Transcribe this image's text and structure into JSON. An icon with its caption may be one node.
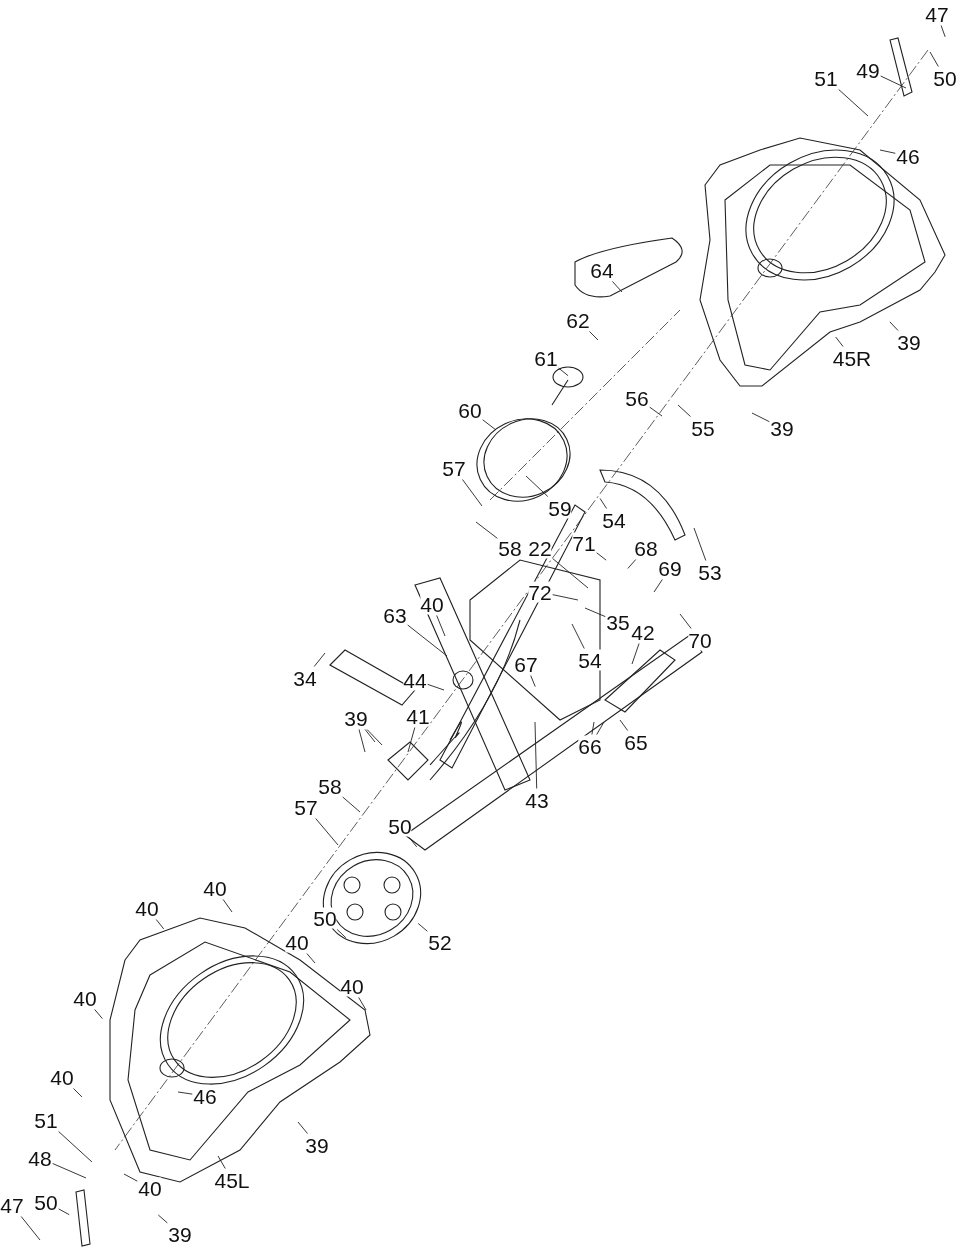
{
  "diagram": {
    "nodes": [
      {
        "text": [
          "47"
        ]
      },
      {
        "text": [
          "49"
        ]
      },
      {
        "text": [
          "51"
        ]
      },
      {
        "text": [
          "50"
        ]
      },
      {
        "text": [
          "46"
        ]
      },
      {
        "text": [
          "64"
        ]
      },
      {
        "text": [
          "62"
        ]
      },
      {
        "text": [
          "61"
        ]
      },
      {
        "text": [
          "39"
        ]
      },
      {
        "text": [
          "45R"
        ]
      },
      {
        "text": [
          "56"
        ]
      },
      {
        "text": [
          "60"
        ]
      },
      {
        "text": [
          "55"
        ]
      },
      {
        "text": [
          "39"
        ]
      },
      {
        "text": [
          "57"
        ]
      },
      {
        "text": [
          "59"
        ]
      },
      {
        "text": [
          "54"
        ]
      },
      {
        "text": [
          "58"
        ]
      },
      {
        "text": [
          "22"
        ]
      },
      {
        "text": [
          "71"
        ]
      },
      {
        "text": [
          "68"
        ]
      },
      {
        "text": [
          "72"
        ]
      },
      {
        "text": [
          "69"
        ]
      },
      {
        "text": [
          "53"
        ]
      },
      {
        "text": [
          "35"
        ]
      },
      {
        "text": [
          "63"
        ]
      },
      {
        "text": [
          "40"
        ]
      },
      {
        "text": [
          "42"
        ]
      },
      {
        "text": [
          "70"
        ]
      },
      {
        "text": [
          "54"
        ]
      },
      {
        "text": [
          "34"
        ]
      },
      {
        "text": [
          "44"
        ]
      },
      {
        "text": [
          "67"
        ]
      },
      {
        "text": [
          "39"
        ]
      },
      {
        "text": [
          "41"
        ]
      },
      {
        "text": [
          "66"
        ]
      },
      {
        "text": [
          "65"
        ]
      },
      {
        "text": [
          "58"
        ]
      },
      {
        "text": [
          "57"
        ]
      },
      {
        "text": [
          "50"
        ]
      },
      {
        "text": [
          "43"
        ]
      },
      {
        "text": [
          "40"
        ]
      },
      {
        "text": [
          "40"
        ]
      },
      {
        "text": [
          "50"
        ]
      },
      {
        "text": [
          "52"
        ]
      },
      {
        "text": [
          "40"
        ]
      },
      {
        "text": [
          "40"
        ]
      },
      {
        "text": [
          "40"
        ]
      },
      {
        "text": [
          "40"
        ]
      },
      {
        "text": [
          "46"
        ]
      },
      {
        "text": [
          "51"
        ]
      },
      {
        "text": [
          "39"
        ]
      },
      {
        "text": [
          "48"
        ]
      },
      {
        "text": [
          "45L"
        ]
      },
      {
        "text": [
          "40"
        ]
      },
      {
        "text": [
          "47"
        ]
      },
      {
        "text": [
          "50"
        ]
      },
      {
        "text": [
          "39"
        ]
      }
    ],
    "edges": [
      {
        "from": 0,
        "to": null,
        "arrow": "none"
      },
      {
        "from": 1,
        "to": null,
        "arrow": "none"
      },
      {
        "from": 2,
        "to": null,
        "arrow": "none"
      },
      {
        "from": 3,
        "to": null,
        "arrow": "none"
      },
      {
        "from": 4,
        "to": null,
        "arrow": "none"
      },
      {
        "from": 5,
        "to": null,
        "arrow": "none"
      },
      {
        "from": 6,
        "to": null,
        "arrow": "none"
      },
      {
        "from": 7,
        "to": null,
        "arrow": "none"
      },
      {
        "from": 8,
        "to": null,
        "arrow": "none"
      },
      {
        "from": 9,
        "to": null,
        "arrow": "none"
      },
      {
        "from": 10,
        "to": null,
        "arrow": "none"
      },
      {
        "from": 11,
        "to": null,
        "arrow": "none"
      },
      {
        "from": 12,
        "to": null,
        "arrow": "none"
      },
      {
        "from": 13,
        "to": null,
        "arrow": "none"
      },
      {
        "from": 14,
        "to": null,
        "arrow": "none"
      },
      {
        "from": 15,
        "to": null,
        "arrow": "none"
      },
      {
        "from": 16,
        "to": null,
        "arrow": "none"
      },
      {
        "from": 17,
        "to": null,
        "arrow": "none"
      },
      {
        "from": 18,
        "to": null,
        "arrow": "none"
      },
      {
        "from": 19,
        "to": null,
        "arrow": "none"
      },
      {
        "from": 20,
        "to": null,
        "arrow": "none"
      },
      {
        "from": 21,
        "to": null,
        "arrow": "none"
      },
      {
        "from": 22,
        "to": null,
        "arrow": "none"
      },
      {
        "from": 23,
        "to": null,
        "arrow": "none"
      },
      {
        "from": 24,
        "to": null,
        "arrow": "none"
      },
      {
        "from": 25,
        "to": null,
        "arrow": "none"
      },
      {
        "from": 26,
        "to": null,
        "arrow": "none"
      },
      {
        "from": 27,
        "to": null,
        "arrow": "none"
      },
      {
        "from": 28,
        "to": null,
        "arrow": "none"
      },
      {
        "from": 29,
        "to": null,
        "arrow": "none"
      },
      {
        "from": 30,
        "to": null,
        "arrow": "none"
      },
      {
        "from": 31,
        "to": null,
        "arrow": "none"
      },
      {
        "from": 32,
        "to": null,
        "arrow": "none"
      },
      {
        "from": 33,
        "to": null,
        "arrow": "none"
      },
      {
        "from": 33,
        "to": null,
        "arrow": "none"
      },
      {
        "from": 33,
        "to": null,
        "arrow": "none"
      },
      {
        "from": 34,
        "to": null,
        "arrow": "none"
      },
      {
        "from": 35,
        "to": null,
        "arrow": "none"
      },
      {
        "from": 35,
        "to": null,
        "arrow": "none"
      },
      {
        "from": 36,
        "to": null,
        "arrow": "none"
      },
      {
        "from": 37,
        "to": null,
        "arrow": "none"
      },
      {
        "from": 38,
        "to": null,
        "arrow": "none"
      },
      {
        "from": 39,
        "to": null,
        "arrow": "none"
      },
      {
        "from": 40,
        "to": null,
        "arrow": "none"
      },
      {
        "from": 41,
        "to": null,
        "arrow": "none"
      },
      {
        "from": 42,
        "to": null,
        "arrow": "none"
      },
      {
        "from": 43,
        "to": null,
        "arrow": "none"
      },
      {
        "from": 44,
        "to": null,
        "arrow": "none"
      },
      {
        "from": 45,
        "to": null,
        "arrow": "none"
      },
      {
        "from": 46,
        "to": null,
        "arrow": "none"
      },
      {
        "from": 47,
        "to": null,
        "arrow": "none"
      },
      {
        "from": 48,
        "to": null,
        "arrow": "none"
      },
      {
        "from": 49,
        "to": null,
        "arrow": "none"
      },
      {
        "from": 50,
        "to": null,
        "arrow": "none"
      },
      {
        "from": 51,
        "to": null,
        "arrow": "none"
      },
      {
        "from": 52,
        "to": null,
        "arrow": "none"
      },
      {
        "from": 53,
        "to": null,
        "arrow": "none"
      },
      {
        "from": 54,
        "to": null,
        "arrow": "none"
      },
      {
        "from": 55,
        "to": null,
        "arrow": "none"
      },
      {
        "from": 56,
        "to": null,
        "arrow": "none"
      },
      {
        "from": 57,
        "to": null,
        "arrow": "none"
      }
    ]
  }
}
